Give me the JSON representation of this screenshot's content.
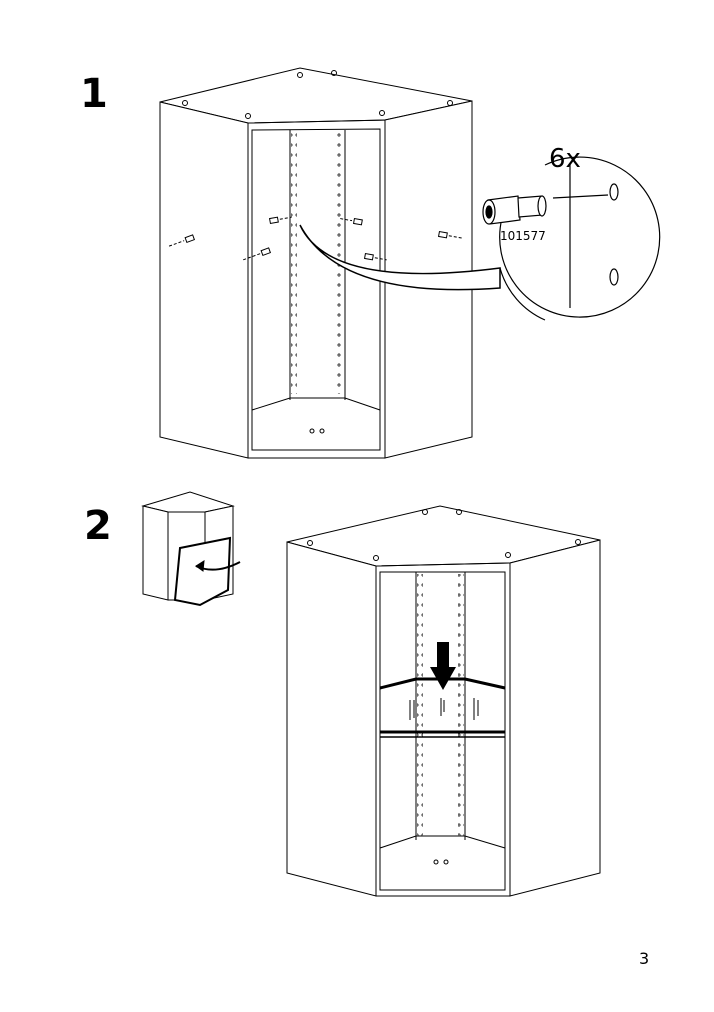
{
  "steps": [
    {
      "number": "1",
      "quantity_label": "6x",
      "part_number": "101577"
    },
    {
      "number": "2"
    }
  ],
  "page_number": "3"
}
